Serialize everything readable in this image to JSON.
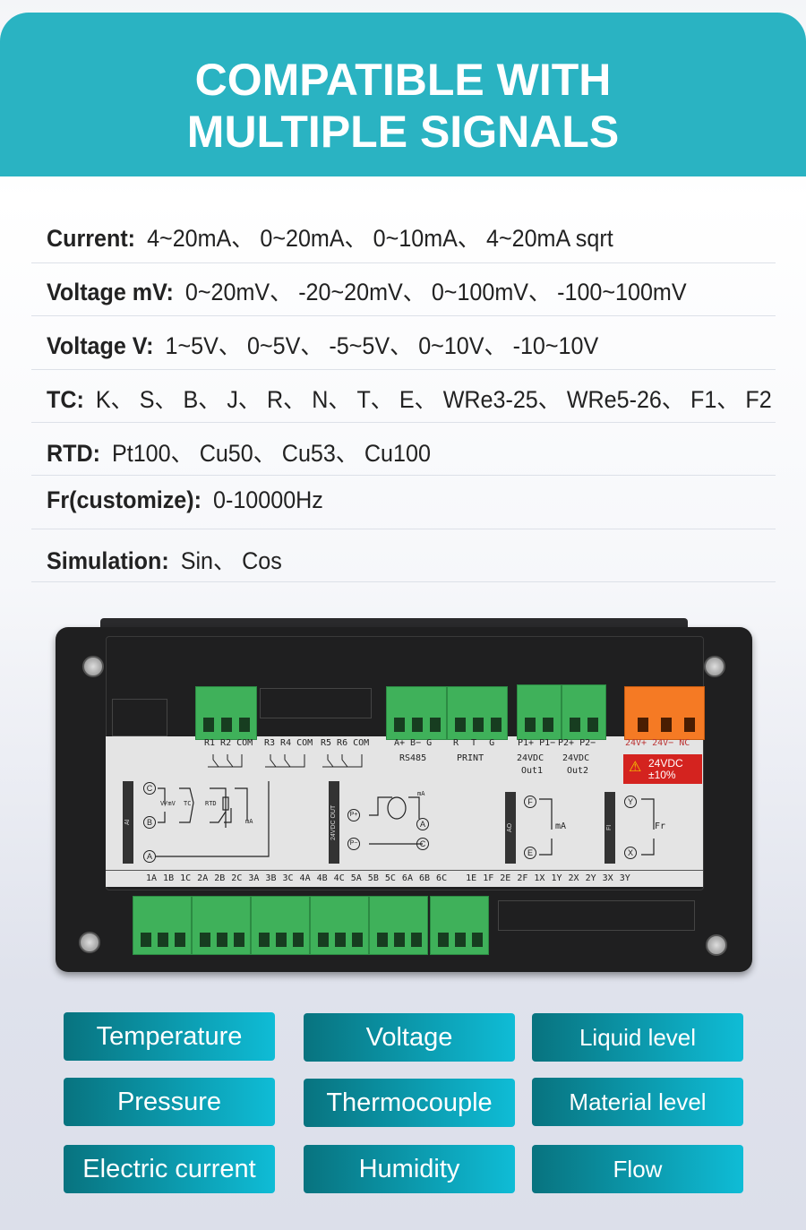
{
  "header": {
    "line1": "COMPATIBLE WITH",
    "line2": "MULTIPLE SIGNALS"
  },
  "signals": [
    {
      "label": "Current:",
      "values": "4~20mA、 0~20mA、 0~10mA、 4~20mA sqrt"
    },
    {
      "label": "Voltage mV:",
      "values": "0~20mV、 -20~20mV、 0~100mV、 -100~100mV"
    },
    {
      "label": "Voltage V:",
      "values": "1~5V、 0~5V、 -5~5V、 0~10V、 -10~10V"
    },
    {
      "label": "TC:",
      "values": "K、 S、 B、 J、 R、 N、 T、 E、 WRe3-25、 WRe5-26、 F1、 F2"
    },
    {
      "label": "RTD:",
      "values": "Pt100、 Cu50、 Cu53、 Cu100"
    },
    {
      "label": "Fr(customize):",
      "values": "0-10000Hz"
    },
    {
      "label": "Simulation:",
      "values": "Sin、 Cos"
    }
  ],
  "device": {
    "top_labels": [
      "R1 R2 COM",
      "R3 R4 COM",
      "R5 R6 COM",
      "A+ B− G",
      "R T G",
      "P1+ P1−",
      "P2+ P2−",
      "24V+ 24V− NC"
    ],
    "sub_labels": [
      "RS485",
      "PRINT",
      "24VDC",
      "Out1",
      "24VDC",
      "Out2"
    ],
    "warning": {
      "line1": "24VDC",
      "line2": "±10%"
    },
    "bars": [
      "AI",
      "24VDC OUT",
      "AO",
      "FI"
    ],
    "diagram": [
      "V/mV",
      "TC",
      "RTD",
      "mA",
      "mA",
      "Fr",
      "mA"
    ],
    "nodes": [
      "C",
      "B",
      "A",
      "P+",
      "P−",
      "A",
      "C",
      "F",
      "E",
      "Y",
      "X"
    ],
    "bottom_labels": "1A 1B 1C 2A 2B 2C 3A 3B 3C 4A 4B 4C 5A 5B 5C 6A 6B 6C   1E 1F 2E 2F 1X 1Y 2X 2Y 3X 3Y"
  },
  "applications": [
    "Temperature",
    "Voltage",
    "Liquid level",
    "Pressure",
    "Thermocouple",
    "Material level",
    "Electric current",
    "Humidity",
    "Flow"
  ]
}
